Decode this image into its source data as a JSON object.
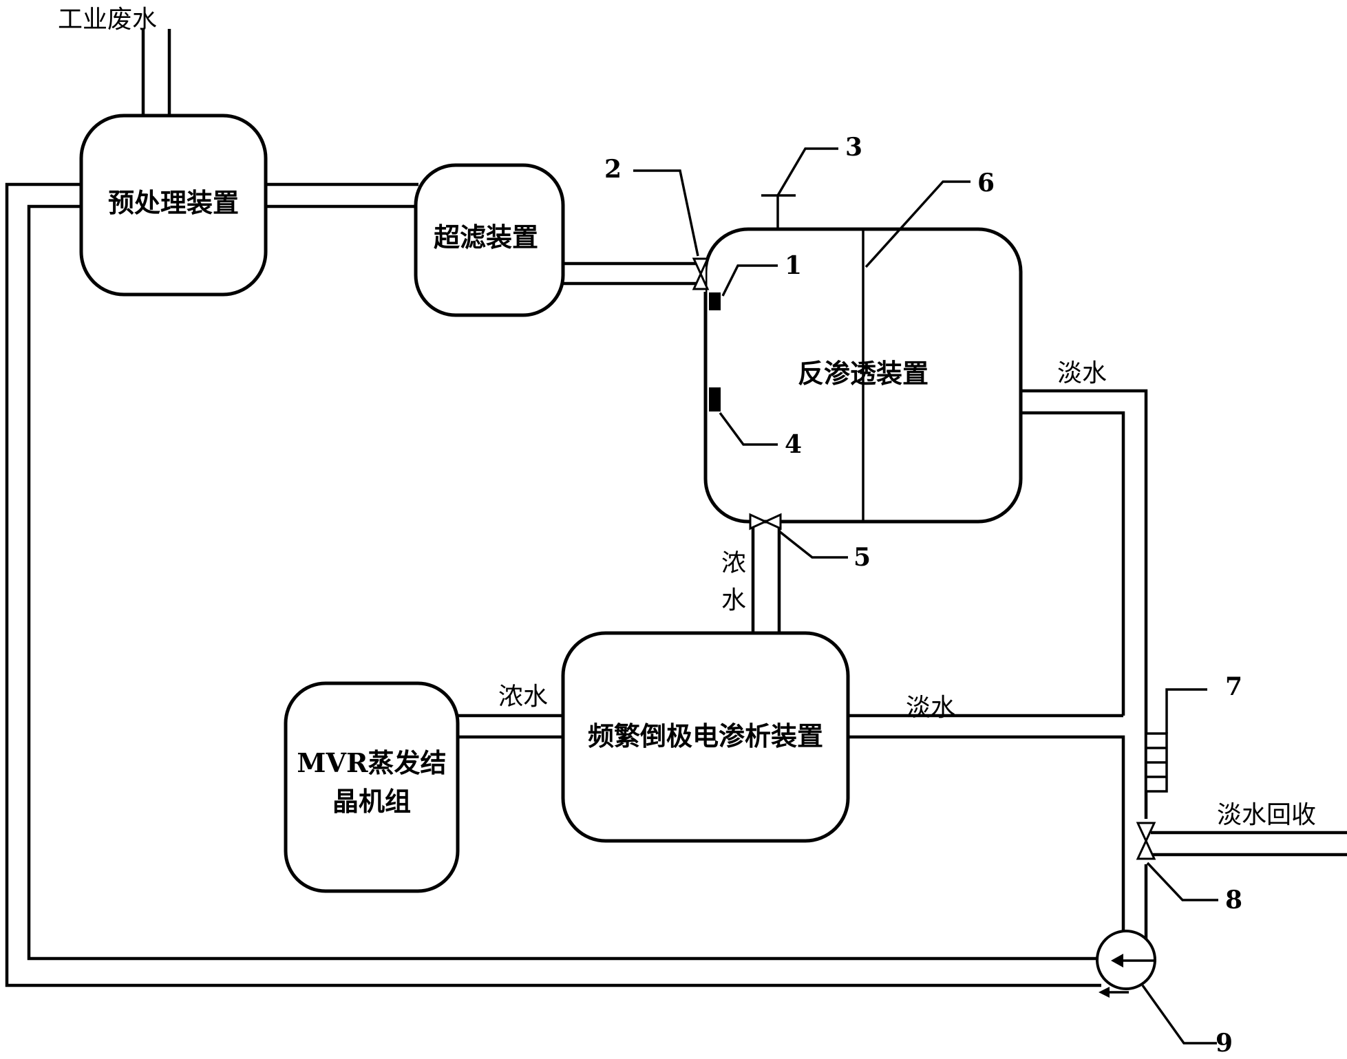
{
  "inputs": {
    "industrial_wastewater": "工业废水"
  },
  "units": {
    "pretreatment": "预处理装置",
    "ultrafiltration": "超滤装置",
    "reverse_osmosis": "反渗透装置",
    "edr": "频繁倒极电渗析装置",
    "mvr_line1": "MVR蒸发结",
    "mvr_line2": "晶机组"
  },
  "flows": {
    "ro_fresh": "淡水",
    "ro_concentrate_line1": "浓",
    "ro_concentrate_line2": "水",
    "edr_concentrate": "浓水",
    "edr_fresh": "淡水",
    "fresh_recovery": "淡水回收"
  },
  "callouts": {
    "c1": "1",
    "c2": "2",
    "c3": "3",
    "c4": "4",
    "c5": "5",
    "c6": "6",
    "c7": "7",
    "c8": "8",
    "c9": "9"
  }
}
